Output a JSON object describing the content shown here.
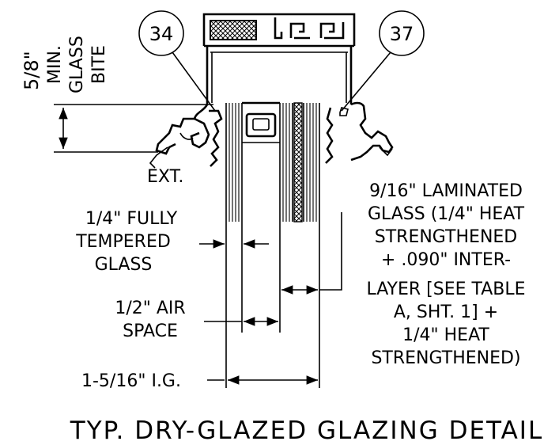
{
  "callouts": {
    "left_number": "34",
    "right_number": "37"
  },
  "bite": {
    "lines": [
      "5/8\"",
      "MIN.",
      "GLASS",
      "BITE"
    ]
  },
  "labels": {
    "exterior": "EXT.",
    "tempered": [
      "1/4\" FULLY",
      "TEMPERED",
      "GLASS"
    ],
    "air_space": [
      "1/2\" AIR",
      "SPACE"
    ],
    "overall": "1-5/16\" I.G.",
    "laminated": [
      "9/16\" LAMINATED",
      "GLASS (1/4\" HEAT",
      "STRENGTHENED",
      "+ .090\" INTER-",
      "LAYER [SEE TABLE",
      "A, SHT. 1] +",
      "1/4\" HEAT",
      "STRENGTHENED)"
    ]
  },
  "title": "TYP. DRY-GLAZED GLAZING DETAIL"
}
